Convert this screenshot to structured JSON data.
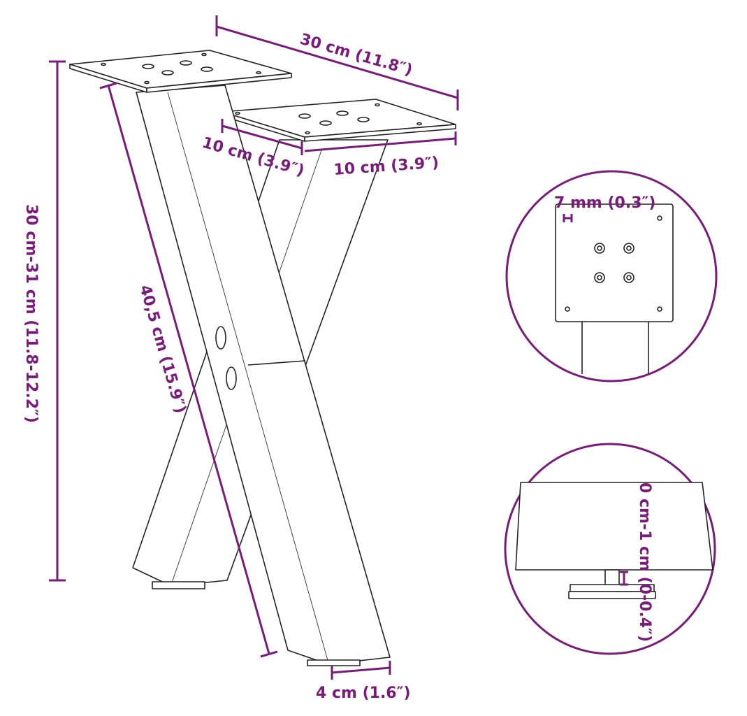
{
  "colors": {
    "dimension": "#7a1a7a",
    "line": "#222222"
  },
  "dimensions": {
    "top_width": "30 cm (11.8″)",
    "plate_depth": "10 cm (3.9″)",
    "plate_width": "10 cm (3.9″)",
    "height": "30 cm-31 cm (11.8-12.2″)",
    "leg_length": "40,5 cm (15.9″)",
    "leg_width": "4 cm (1.6″)",
    "hole_diameter": "7 mm (0.3″)",
    "foot_adjust": "0 cm-1 cm (0-0.4″)"
  }
}
